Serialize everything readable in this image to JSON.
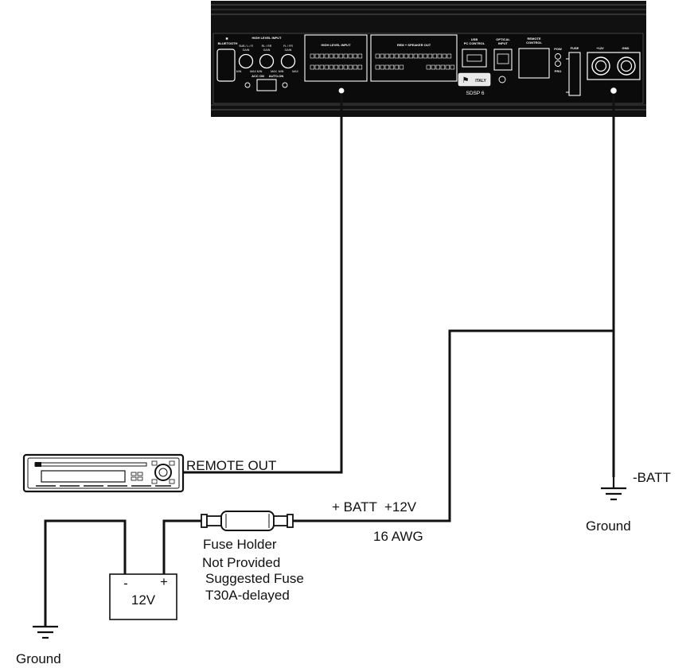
{
  "amplifier": {
    "model": "SDSP 6",
    "brand": "ITALY",
    "bluetooth_label": "BLUETOOTH",
    "high_level_input_label": "HIGH LEVEL INPUT",
    "high_level_input_conn_label": "HIGH LEVEL INPUT",
    "rem_speaker_out_label": "REM + SPEAKER OUT",
    "usb_label": "USB",
    "pc_control_label": "PC CONTROL",
    "optical_label": "OPTICAL",
    "optical_input_label": "INPUT",
    "remote_label": "REMOTE",
    "remote_control_label": "CONTROL",
    "pow_label": "POW",
    "pro_label": "PRO",
    "fuse_label": "FUSE",
    "plus12v_label": "+12V",
    "gnd_label": "GND",
    "gain_knobs": [
      {
        "top": "SUB / L / R",
        "bottom": "GAIN"
      },
      {
        "top": "RL / RR",
        "bottom": "GAIN"
      },
      {
        "top": "FL / FR",
        "bottom": "GAIN"
      }
    ],
    "min_label": "MIN",
    "max_label": "MAX",
    "acc_on_label": "ACC ON",
    "auto_on_label": "AUTO-ON"
  },
  "labels": {
    "remote_out": "REMOTE OUT",
    "batt_plus": "+ BATT  +12V",
    "awg": "16 AWG",
    "neg_batt": "-BATT",
    "ground_right": "Ground",
    "ground_left": "Ground",
    "fuse_holder": "Fuse Holder",
    "not_provided": "Not Provided",
    "suggested_fuse": "Suggested Fuse",
    "fuse_rating": "T30A-delayed"
  },
  "battery": {
    "voltage": "12V",
    "minus": "-",
    "plus": "+"
  }
}
